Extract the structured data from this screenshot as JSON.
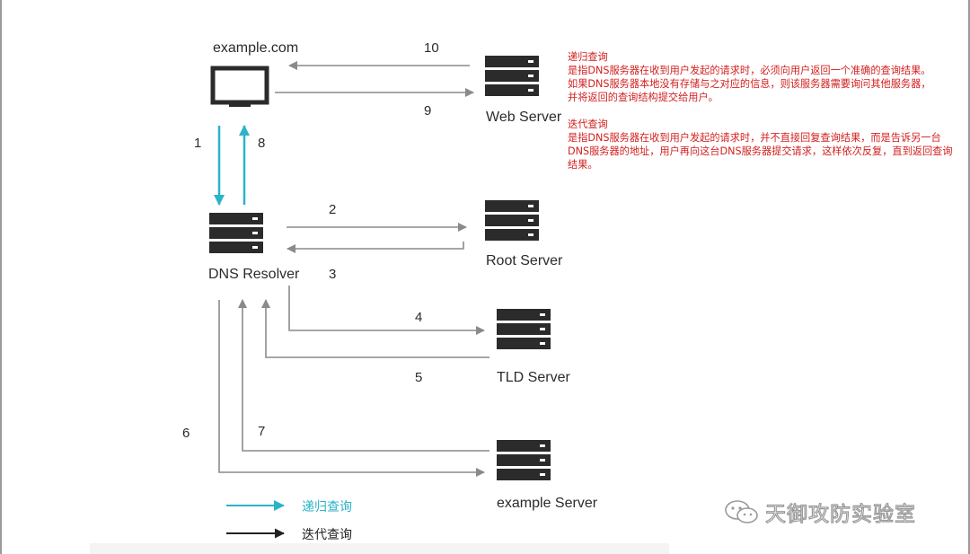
{
  "nodes": {
    "client_label": "example.com",
    "web_server": "Web Server",
    "dns_resolver": "DNS Resolver",
    "root_server": "Root Server",
    "tld_server": "TLD Server",
    "example_server": "example Server"
  },
  "steps": [
    "1",
    "2",
    "3",
    "4",
    "5",
    "6",
    "7",
    "8",
    "9",
    "10"
  ],
  "colors": {
    "recursive_arrow": "#2bb3c9",
    "iterative_arrow": "#222222",
    "flow_line": "#8a8a8a",
    "note_text": "#d21e1e"
  },
  "notes": {
    "recursive": {
      "title": "递归查询",
      "lines": [
        "是指DNS服务器在收到用户发起的请求时，必须向用户返回一个准确的查询结果。",
        "如果DNS服务器本地没有存储与之对应的信息，则该服务器需要询问其他服务器，",
        "并将返回的查询结构提交给用户。"
      ]
    },
    "iterative": {
      "title": "迭代查询",
      "lines": [
        "是指DNS服务器在收到用户发起的请求时，并不直接回复查询结果，而是告诉另一台",
        "DNS服务器的地址，用户再向这台DNS服务器提交请求，这样依次反复，直到返回查询",
        "结果。"
      ]
    }
  },
  "legend": {
    "recursive": "递归查询",
    "iterative": "迭代查询"
  },
  "watermark": "天御攻防实验室"
}
